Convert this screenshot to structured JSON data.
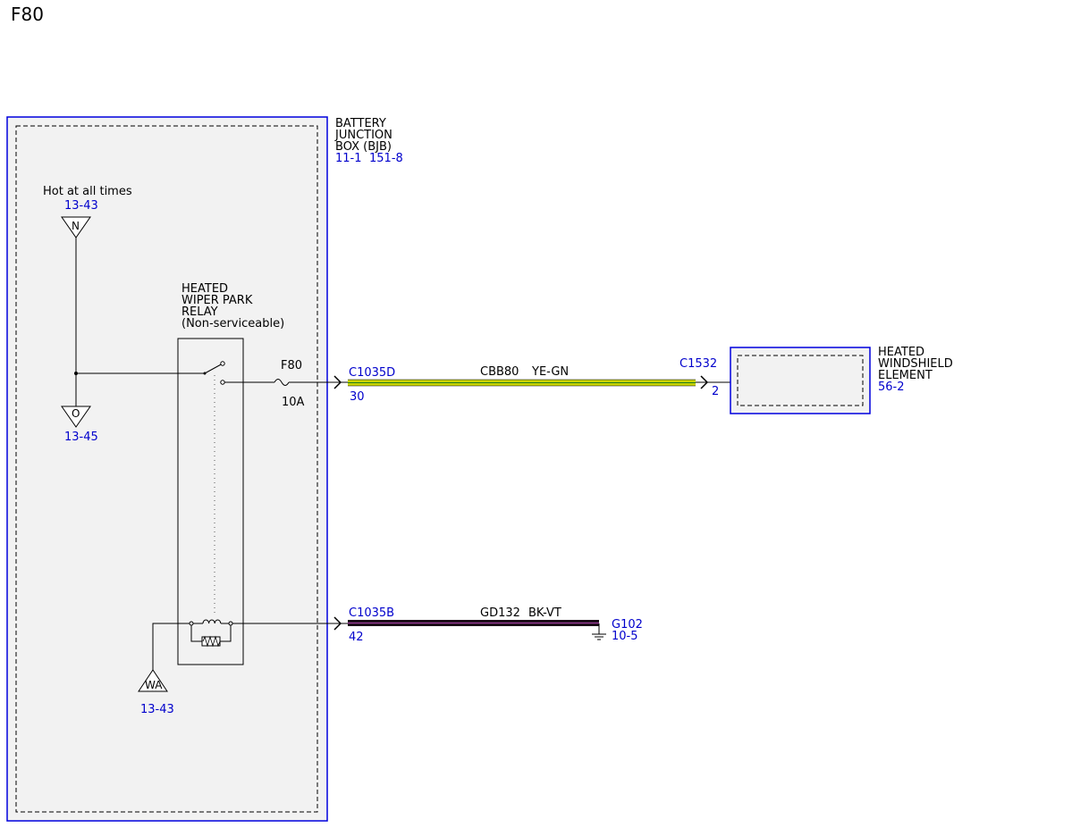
{
  "page_title": "F80",
  "bjb": {
    "label_line1": "BATTERY",
    "label_line2": "JUNCTION",
    "label_line3": "BOX (BJB)",
    "ref1": "11-1",
    "ref2": "151-8"
  },
  "power_source": {
    "label": "Hot at all times",
    "ref": "13-43",
    "connector_letter": "N"
  },
  "output_connector": {
    "letter": "O",
    "ref": "13-45"
  },
  "relay": {
    "line1": "HEATED",
    "line2": "WIPER PARK",
    "line3": "RELAY",
    "line4": "(Non-serviceable)"
  },
  "fuse": {
    "name": "F80",
    "rating": "10A"
  },
  "circuit_upper": {
    "connector": "C1035D",
    "pin": "30",
    "circuit": "CBB80",
    "color": "YE-GN",
    "far_connector": "C1532",
    "far_pin": "2",
    "wire_color": "#c8d400"
  },
  "heated_element": {
    "line1": "HEATED",
    "line2": "WINDSHIELD",
    "line3": "ELEMENT",
    "ref": "56-2"
  },
  "circuit_lower": {
    "connector": "C1035B",
    "pin": "42",
    "circuit": "GD132",
    "color": "BK-VT",
    "wire_color": "#4a1c3c"
  },
  "ground": {
    "name": "G102",
    "ref": "10-5"
  },
  "wa_connector": {
    "letter": "WA",
    "ref": "13-43"
  },
  "colors": {
    "ref_text": "#0000cc",
    "module_border": "#0000dd",
    "module_fill": "#f2f2f2"
  }
}
